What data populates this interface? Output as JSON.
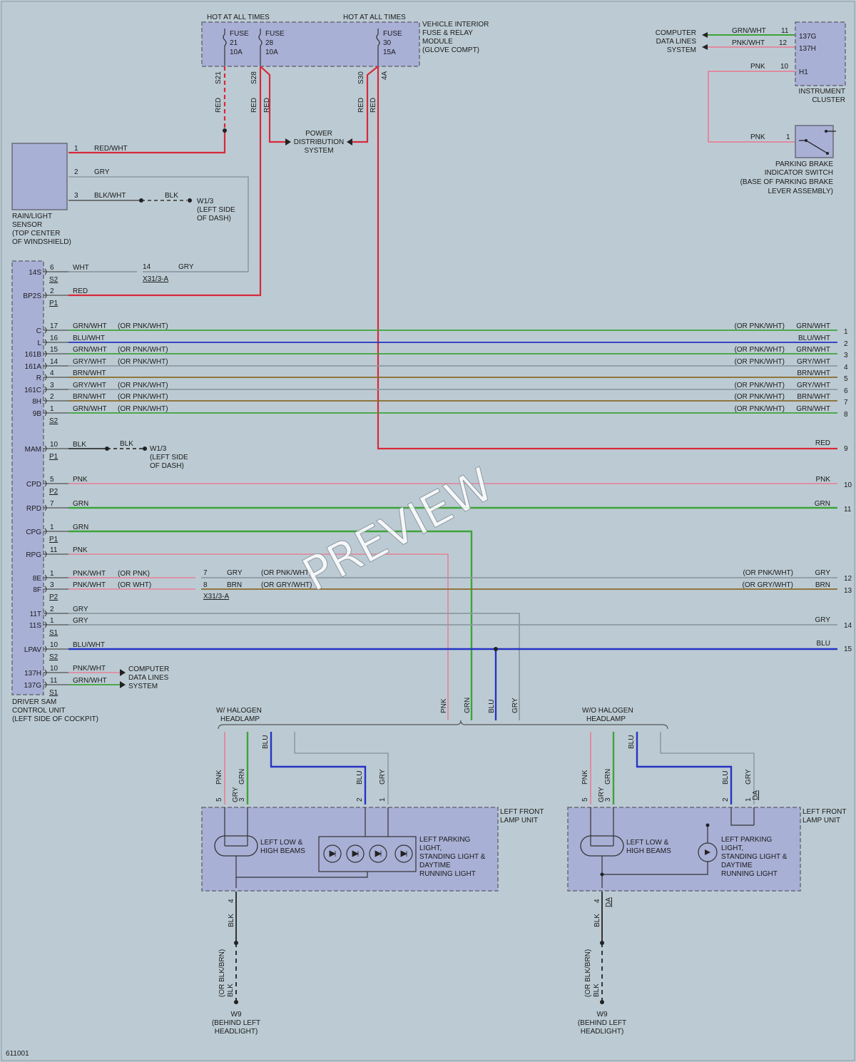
{
  "watermark": "PREVIEW",
  "figure_id": "611001",
  "colors": {
    "red": "#d8293a",
    "grn": "#3ea33a",
    "blu": "#2633c4",
    "pnk": "#e08aa0",
    "gry": "#8e9aa3",
    "brn": "#8a6a2a",
    "blk": "#333333"
  },
  "fuse_module": {
    "hot1": "HOT AT ALL TIMES",
    "hot2": "HOT AT ALL TIMES",
    "label": [
      "VEHICLE INTERIOR",
      "FUSE & RELAY",
      "MODULE",
      "(GLOVE COMPT)"
    ],
    "fuses": [
      {
        "l1": "FUSE",
        "l2": "21",
        "l3": "10A"
      },
      {
        "l1": "FUSE",
        "l2": "28",
        "l3": "10A"
      },
      {
        "l1": "FUSE",
        "l2": "30",
        "l3": "15A"
      }
    ],
    "pins": [
      "S21",
      "S28",
      "S30",
      "4A"
    ],
    "wire_colors": [
      "RED",
      "RED",
      "RED",
      "RED",
      "RED"
    ]
  },
  "power_dist": [
    "POWER",
    "DISTRIBUTION",
    "SYSTEM"
  ],
  "rain_sensor": {
    "label": [
      "RAIN/LIGHT",
      "SENSOR",
      "(TOP CENTER",
      "OF WINDSHIELD)"
    ],
    "pins": [
      {
        "n": "1",
        "c": "RED/WHT"
      },
      {
        "n": "2",
        "c": "GRY"
      },
      {
        "n": "3",
        "c": "BLK/WHT"
      }
    ],
    "gnd_color": "BLK",
    "gnd": [
      "W1/3",
      "(LEFT SIDE",
      "OF DASH)"
    ]
  },
  "computer_top": {
    "label": [
      "COMPUTER",
      "DATA LINES",
      "SYSTEM"
    ],
    "wires": [
      {
        "c": "GRN/WHT",
        "n": "11",
        "p": "137G"
      },
      {
        "c": "PNK/WHT",
        "n": "12",
        "p": "137H"
      }
    ]
  },
  "instrument": {
    "label": [
      "INSTRUMENT",
      "CLUSTER"
    ],
    "pin": {
      "c": "PNK",
      "n": "10",
      "p": "H1"
    }
  },
  "parking_switch": {
    "label": [
      "PARKING BRAKE",
      "INDICATOR SWITCH",
      "(BASE OF PARKING BRAKE",
      "LEVER ASSEMBLY)"
    ],
    "pin": {
      "c": "PNK",
      "n": "1"
    }
  },
  "sam": {
    "label": [
      "DRIVER SAM",
      "CONTROL UNIT",
      "(LEFT SIDE OF COCKPIT)"
    ],
    "rows": [
      {
        "p": "14S",
        "n": "6",
        "c": "WHT",
        "con": "S2"
      },
      {
        "p": "BP2S",
        "n": "2",
        "c": "RED",
        "con": "P1"
      },
      {
        "p": "C",
        "n": "17",
        "c": "GRN/WHT",
        "alt": "(OR PNK/WHT)",
        "ralt": "(OR PNK/WHT)",
        "rc": "GRN/WHT",
        "rn": "1"
      },
      {
        "p": "L",
        "n": "16",
        "c": "BLU/WHT",
        "rc": "BLU/WHT",
        "rn": "2"
      },
      {
        "p": "161B",
        "n": "15",
        "c": "GRN/WHT",
        "alt": "(OR PNK/WHT)",
        "ralt": "(OR PNK/WHT)",
        "rc": "GRN/WHT",
        "rn": "3"
      },
      {
        "p": "161A",
        "n": "14",
        "c": "GRY/WHT",
        "alt": "(OR PNK/WHT)",
        "ralt": "(OR PNK/WHT)",
        "rc": "GRY/WHT",
        "rn": "4"
      },
      {
        "p": "R",
        "n": "4",
        "c": "BRN/WHT",
        "rc": "BRN/WHT",
        "rn": "5"
      },
      {
        "p": "161C",
        "n": "3",
        "c": "GRY/WHT",
        "alt": "(OR PNK/WHT)",
        "ralt": "(OR PNK/WHT)",
        "rc": "GRY/WHT",
        "rn": "6"
      },
      {
        "p": "8H",
        "n": "2",
        "c": "BRN/WHT",
        "alt": "(OR PNK/WHT)",
        "ralt": "(OR PNK/WHT)",
        "rc": "BRN/WHT",
        "rn": "7"
      },
      {
        "p": "9B",
        "n": "1",
        "c": "GRN/WHT",
        "alt": "(OR PNK/WHT)",
        "ralt": "(OR PNK/WHT)",
        "rc": "GRN/WHT",
        "rn": "8",
        "con": "S2"
      },
      {
        "p": "MAM",
        "n": "10",
        "c": "BLK",
        "con": "P1"
      },
      {
        "p": "CPD",
        "n": "5",
        "c": "PNK",
        "rc": "PNK",
        "rn": "10",
        "con": "P2"
      },
      {
        "p": "RPD",
        "n": "7",
        "c": "GRN",
        "rc": "GRN",
        "rn": "11"
      },
      {
        "p": "CPG",
        "n": "1",
        "c": "GRN",
        "con": "P1"
      },
      {
        "p": "RPG",
        "n": "11",
        "c": "PNK"
      },
      {
        "p": "8E",
        "n": "1",
        "c": "PNK/WHT",
        "alt": "(OR PNK)"
      },
      {
        "p": "8F",
        "n": "3",
        "c": "PNK/WHT",
        "alt": "(OR WHT)",
        "con": "P2"
      },
      {
        "p": "11T",
        "n": "2",
        "c": "GRY"
      },
      {
        "p": "11S",
        "n": "1",
        "c": "GRY",
        "con": "S1"
      },
      {
        "p": "LPAV",
        "n": "10",
        "c": "BLU/WHT",
        "con": "S2"
      },
      {
        "p": "137H",
        "n": "10",
        "c": "PNK/WHT"
      },
      {
        "p": "137G",
        "n": "11",
        "c": "GRN/WHT",
        "con": "S1"
      }
    ],
    "mam_gnd": {
      "c": "BLK",
      "g": [
        "W1/3",
        "(LEFT SIDE",
        "OF DASH)"
      ]
    },
    "x14": {
      "n": "14",
      "c": "GRY",
      "con": "X31/3-A"
    },
    "x_conn": {
      "a": {
        "n": "7",
        "c": "GRY",
        "alt": "(OR PNK/WHT)"
      },
      "b": {
        "n": "8",
        "c": "BRN",
        "alt": "(OR GRY/WHT)"
      },
      "con": "X31/3-A"
    },
    "right_red": {
      "c": "RED",
      "n": "9"
    },
    "right_12": {
      "alt": "(OR PNK/WHT)",
      "c": "GRY",
      "n": "12"
    },
    "right_13": {
      "alt": "(OR GRY/WHT)",
      "c": "BRN",
      "n": "13"
    },
    "right_14": {
      "c": "GRY",
      "n": "14"
    },
    "right_15": {
      "c": "BLU",
      "n": "15"
    },
    "computer_bottom": [
      "COMPUTER",
      "DATA LINES",
      "SYSTEM"
    ]
  },
  "drops": [
    "PNK",
    "GRN",
    "BLU",
    "GRY"
  ],
  "halogen": {
    "title": [
      "W/ HALOGEN",
      "HEADLAMP"
    ],
    "wires": [
      {
        "c": "PNK",
        "n": "5"
      },
      {
        "c": "GRN",
        "n": "3"
      },
      {
        "c": "BLU",
        "n": "2"
      },
      {
        "c": "GRY",
        "n": "1"
      }
    ],
    "top_colors": [
      "BLU",
      "GRY"
    ],
    "unit": [
      "LEFT FRONT",
      "LAMP UNIT"
    ],
    "beams": [
      "LEFT LOW &",
      "HIGH BEAMS"
    ],
    "park": [
      "LEFT PARKING",
      "LIGHT,",
      "STANDING LIGHT &",
      "DAYTIME",
      "RUNNING LIGHT"
    ],
    "gnd_pin": "4",
    "gnd_color": "BLK",
    "gnd_alt": [
      "(OR BLK/BRN)",
      "BLK"
    ],
    "gnd": [
      "W9",
      "(BEHIND LEFT",
      "HEADLIGHT)"
    ]
  },
  "nonhalogen": {
    "title": [
      "W/O HALOGEN",
      "HEADLAMP"
    ],
    "wires": [
      {
        "c": "PNK",
        "n": "5"
      },
      {
        "c": "GRN",
        "n": "3"
      },
      {
        "c": "BLU",
        "n": "2"
      },
      {
        "c": "GRY",
        "n": "1"
      }
    ],
    "top_colors": [
      "BLU",
      "GRY"
    ],
    "pin_extra": "DA",
    "unit": [
      "LEFT FRONT",
      "LAMP UNIT"
    ],
    "beams": [
      "LEFT LOW &",
      "HIGH BEAMS"
    ],
    "park": [
      "LEFT PARKING",
      "LIGHT,",
      "STANDING LIGHT &",
      "DAYTIME",
      "RUNNING LIGHT"
    ],
    "gnd_pin": "4",
    "gnd_extra": "DA",
    "gnd_color": "BLK",
    "gnd_alt": [
      "(OR BLK/BRN)",
      "BLK"
    ],
    "gnd": [
      "W9",
      "(BEHIND LEFT",
      "HEADLIGHT)"
    ]
  }
}
